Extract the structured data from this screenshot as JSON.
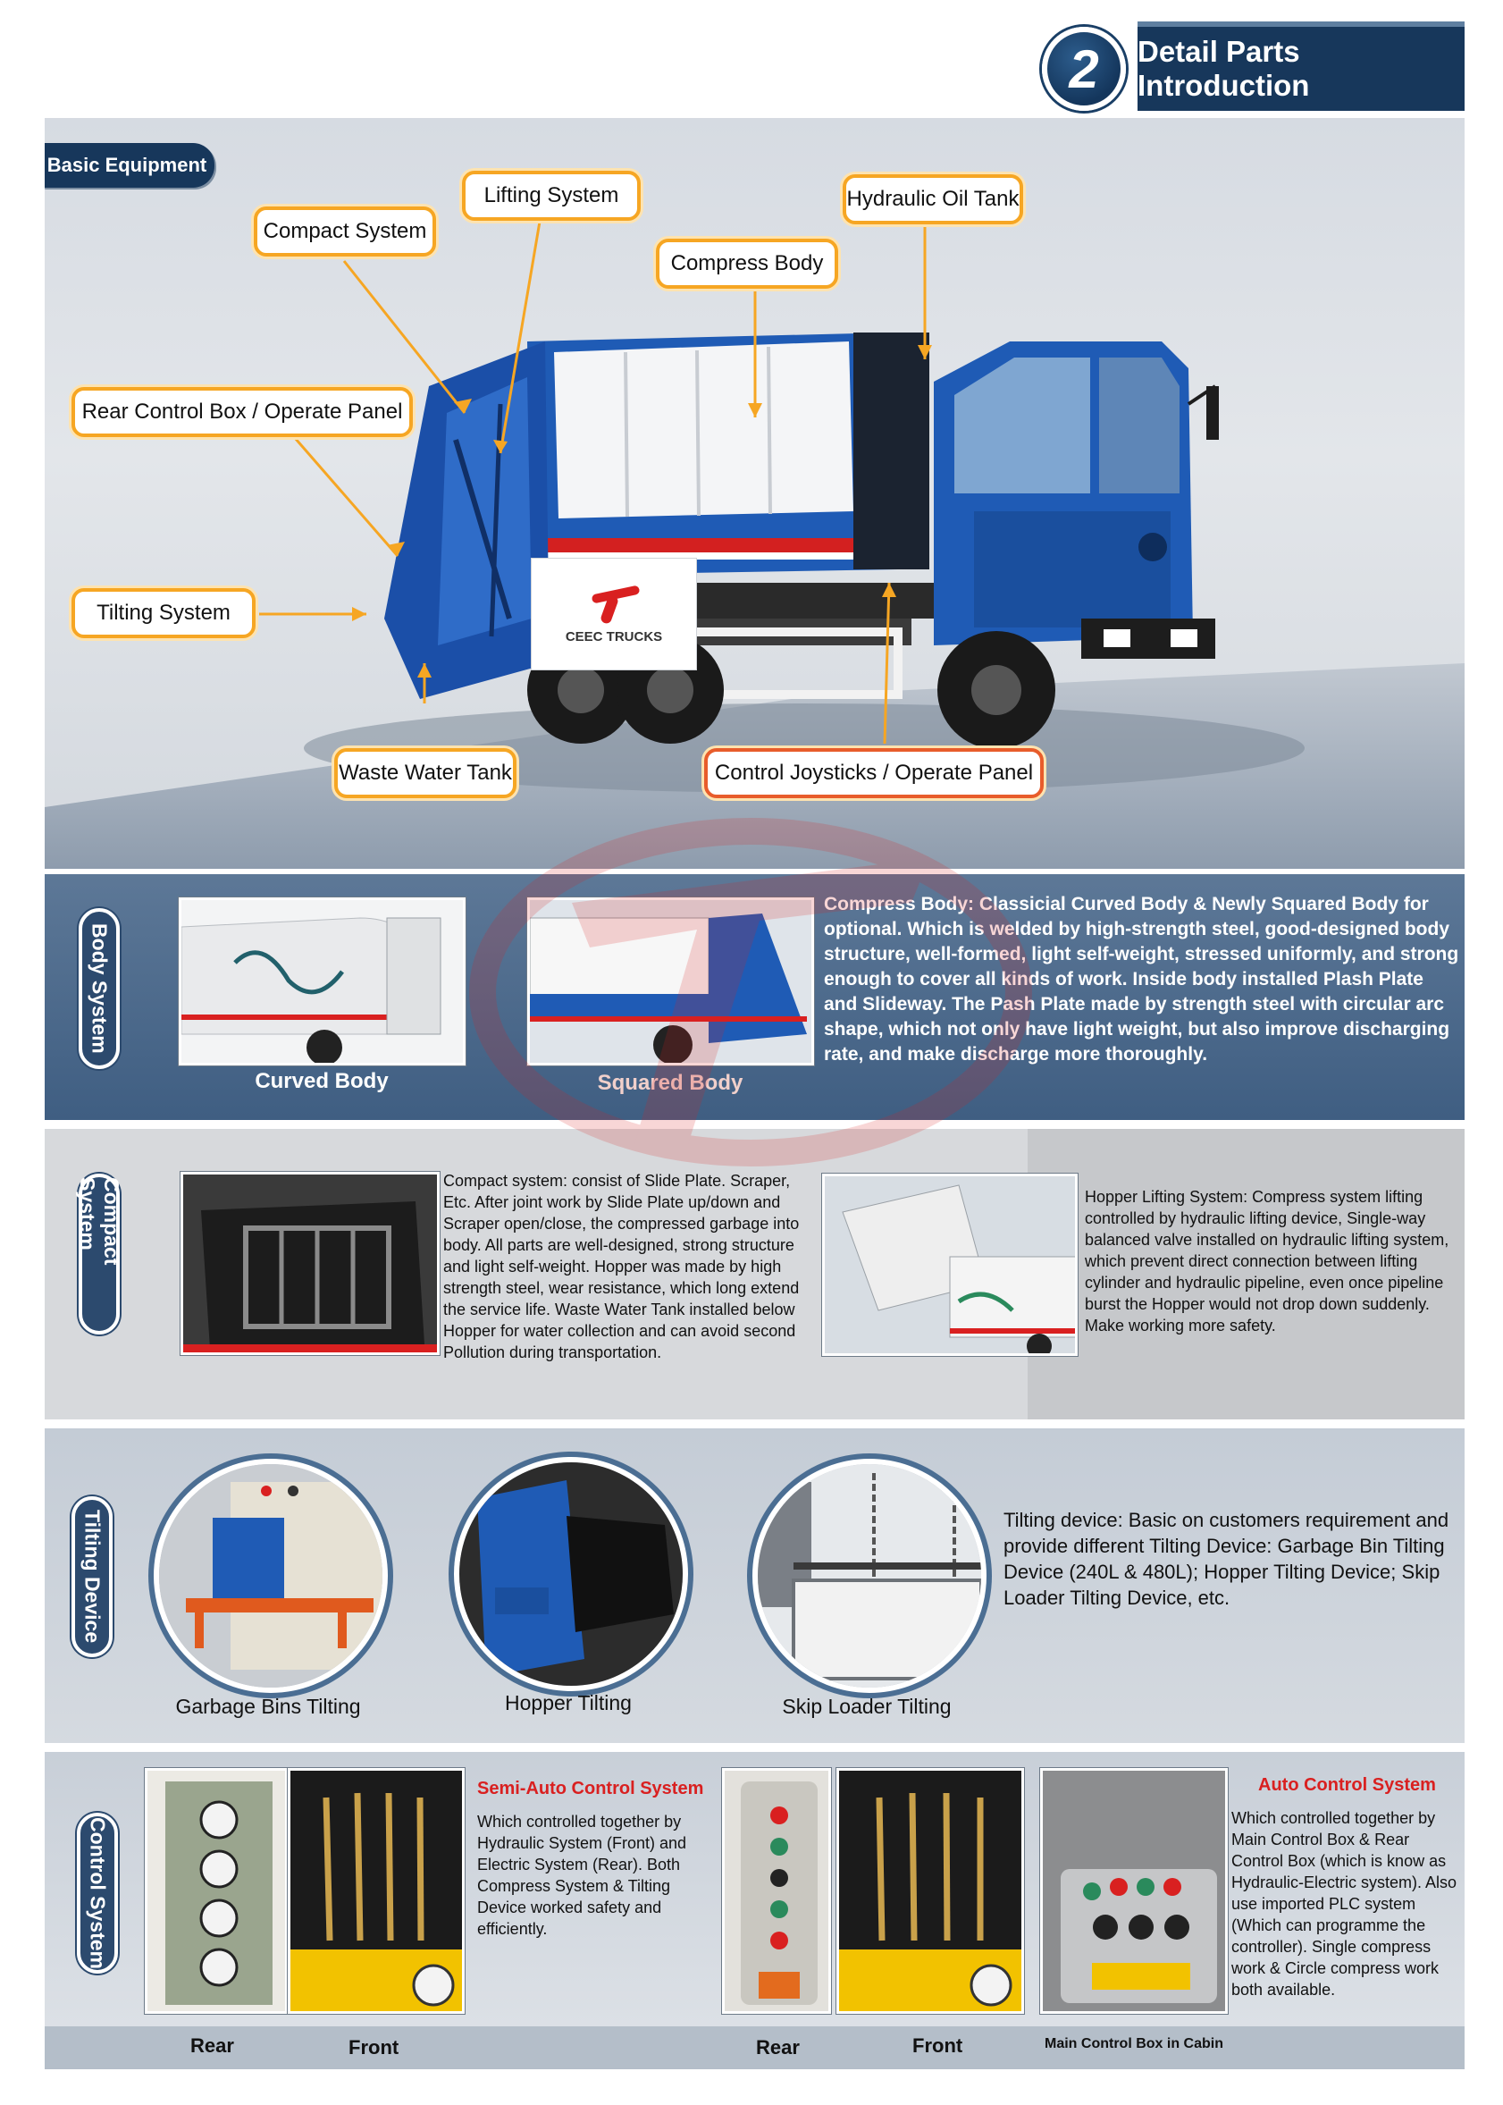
{
  "header": {
    "title": "Detail Parts Introduction"
  },
  "basic": {
    "tag": "Basic Equipment",
    "brand": "CEEC TRUCKS",
    "callouts": {
      "compact_system": "Compact System",
      "lifting_system": "Lifting System",
      "hydraulic_oil_tank": "Hydraulic Oil Tank",
      "compress_body": "Compress Body",
      "rear_control_box": "Rear Control Box / Operate Panel",
      "tilting_system": "Tilting System",
      "waste_water_tank": "Waste Water Tank",
      "control_joysticks": "Control Joysticks / Operate Panel"
    }
  },
  "body_system": {
    "label": "Body System",
    "captions": {
      "curved": "Curved Body",
      "squared": "Squared Body"
    },
    "text": "Compress Body: Classicial Curved Body & Newly Squared Body for optional. Which is welded by high-strength steel, good-designed body structure, well-formed, light self-weight, stressed uniformly, and strong enough to cover all kinds of work. Inside body installed Plash Plate and Slideway. The Pash Plate made by strength steel with circular arc shape, which not only have light weight, but also improve discharging rate, and make discharge more thoroughly."
  },
  "compact_system": {
    "label": "Compact System",
    "text_left": "Compact system: consist of Slide Plate. Scraper, Etc. After joint work by Slide Plate up/down and Scraper open/close, the compressed garbage into body. All parts are well-designed, strong structure and light self-weight. Hopper was made by high strength steel, wear resistance, which long extend the service life. Waste Water Tank installed below Hopper for water collection and can avoid second Pollution during transportation.",
    "text_right": "Hopper Lifting System: Compress system lifting controlled by hydraulic lifting device, Single-way balanced valve installed on hydraulic lifting system, which prevent direct connection between lifting cylinder and hydraulic pipeline, even once pipeline burst the Hopper would not drop down suddenly. Make working more safety."
  },
  "tilting_device": {
    "label": "Tilting Device",
    "captions": {
      "garbage": "Garbage Bins Tilting",
      "hopper": "Hopper Tilting",
      "skip": "Skip Loader Tilting"
    },
    "text": "Tilting device: Basic on customers requirement and provide different Tilting Device: Garbage Bin Tilting Device (240L & 480L); Hopper Tilting Device; Skip Loader Tilting Device, etc."
  },
  "control_system": {
    "label": "Control System",
    "semi_auto": {
      "title": "Semi-Auto Control System",
      "text": "Which controlled together by Hydraulic System (Front) and Electric System (Rear). Both Compress System & Tilting Device worked safety and efficiently."
    },
    "auto": {
      "title": "Auto Control System",
      "text": "Which controlled together by Main Control Box & Rear Control Box (which is know as Hydraulic-Electric system). Also use imported PLC system (Which can programme the controller). Single compress work & Circle compress work both available."
    },
    "captions": {
      "rear_1": "Rear",
      "front_1": "Front",
      "rear_2": "Rear",
      "front_2": "Front",
      "main_box": "Main Control Box in Cabin"
    }
  },
  "colors": {
    "navy": "#17375b",
    "callout_border": "#f6a623",
    "semi_auto_red": "#d92020",
    "truck_blue": "#1f5bb5"
  }
}
